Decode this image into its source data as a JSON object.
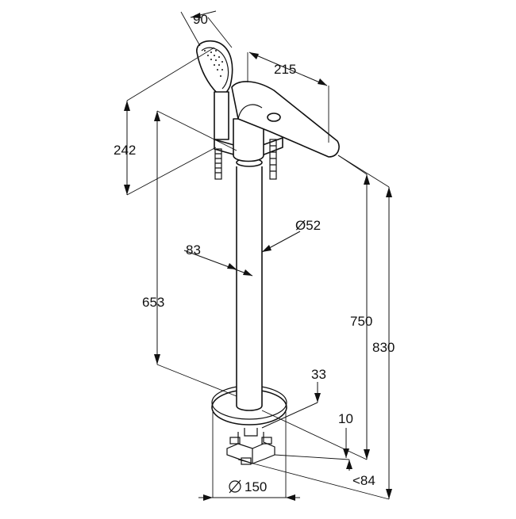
{
  "dimensions": {
    "handshower_width": "90",
    "spout_projection": "215",
    "handle_height": "242",
    "column_diameter": "Ø52",
    "column_offset": "83",
    "mount_height": "653",
    "spout_height": "750",
    "total_height": "830",
    "base_projection": "33",
    "base_height": "10",
    "base_depth": "<84",
    "base_diameter": "150"
  }
}
